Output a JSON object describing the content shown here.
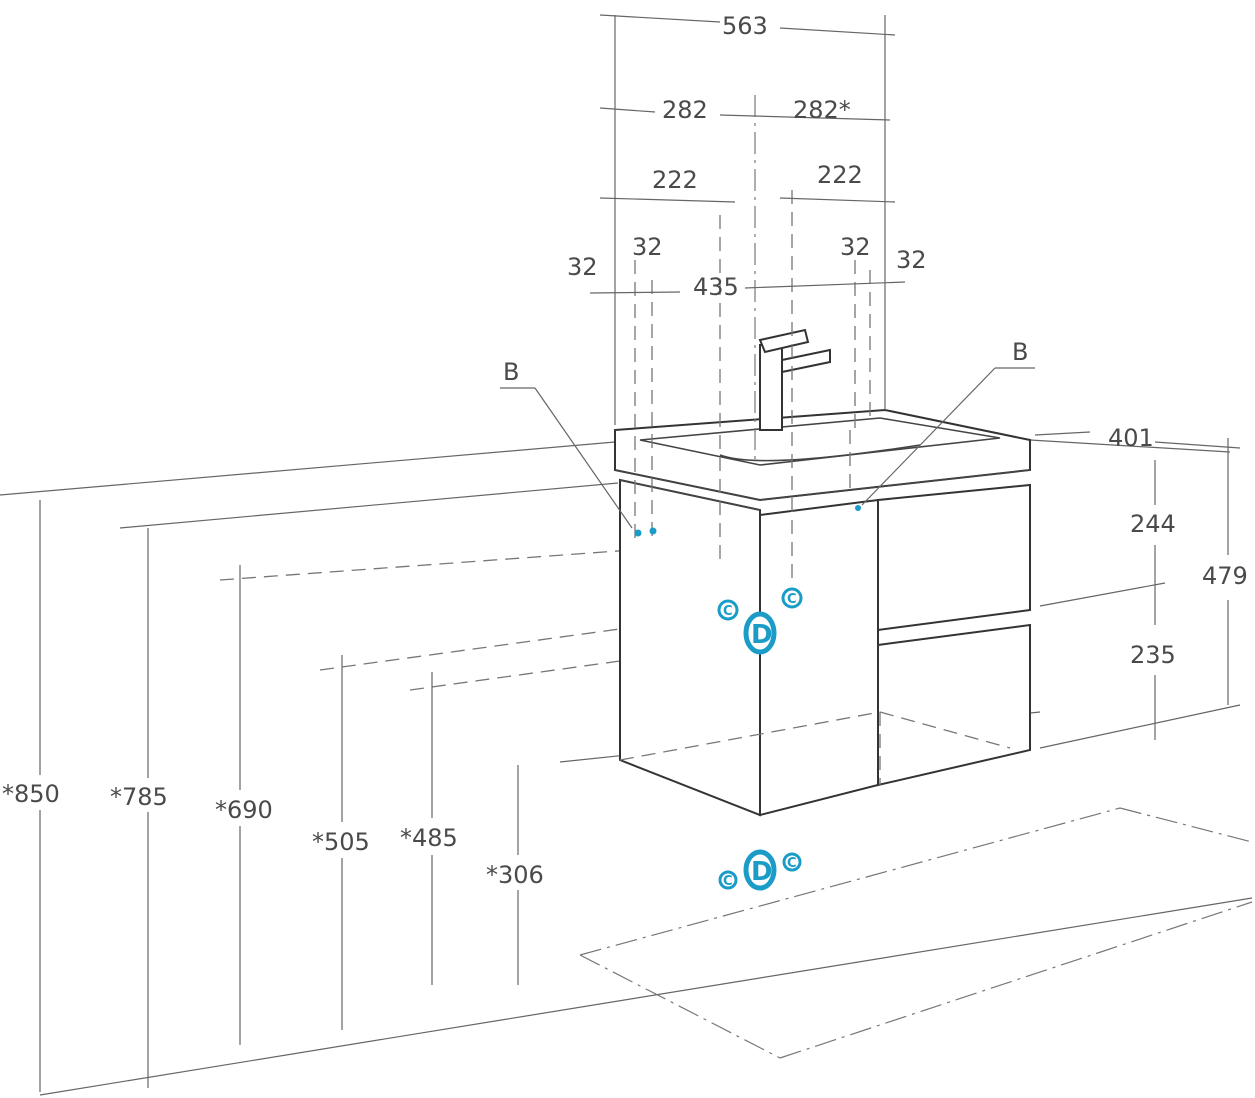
{
  "dimensions": {
    "width_total": "563",
    "half_left": "282",
    "half_right": "282*",
    "offset_left": "222",
    "offset_right": "222",
    "mount_left_outer": "32",
    "mount_left_inner": "32",
    "mount_right_inner": "32",
    "mount_right_outer": "32",
    "mount_span": "435",
    "depth": "401",
    "drawer_top": "244",
    "drawer_bottom": "235",
    "cabinet_height": "479",
    "h_850": "*850",
    "h_785": "*785",
    "h_690": "*690",
    "h_505": "*505",
    "h_485": "*485",
    "h_306": "*306"
  },
  "markers": {
    "bracket_left": "B",
    "bracket_right": "B",
    "cold_hot": "C",
    "drain": "D"
  },
  "colors": {
    "line": "#444444",
    "connection": "#1a9cc7"
  }
}
